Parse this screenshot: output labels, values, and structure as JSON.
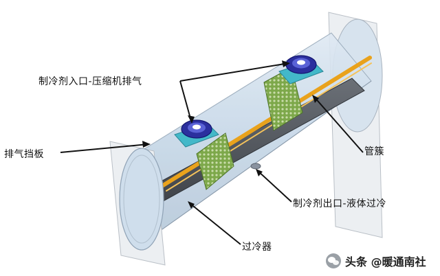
{
  "labels": {
    "refrigerant_inlet": "制冷剂入口-压缩机排气",
    "exhaust_baffle": "排气挡板",
    "tube_bundle": "管簇",
    "refrigerant_outlet": "制冷剂出口-液体过冷",
    "subcooler": "过冷器"
  },
  "watermark": {
    "text": "头条 @暖通南社"
  },
  "colors": {
    "shell": "#cfe0ef",
    "tube_sheet": "#e8ecf0",
    "baffle": "#6f9a3c",
    "tube": "#e8a020",
    "nozzle": "#2b2f9e",
    "nozzle_base": "#3cb7c8",
    "subcooler": "#555a60"
  }
}
